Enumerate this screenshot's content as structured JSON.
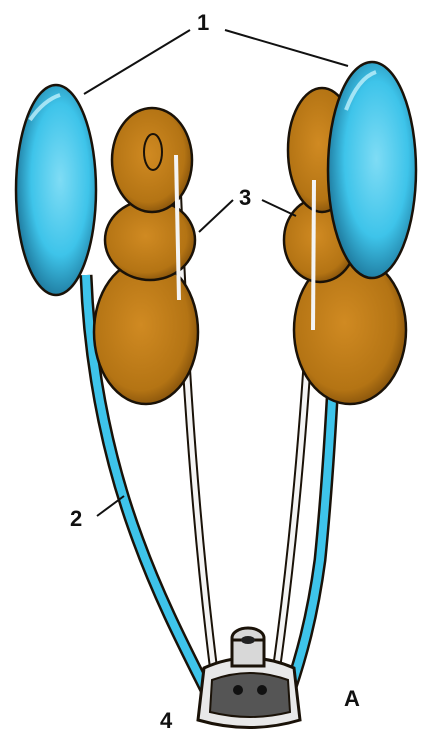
{
  "labels": {
    "label_1": "1",
    "label_2": "2",
    "label_3": "3",
    "label_4": "4",
    "label_A": "A"
  },
  "colors": {
    "blue": "#3ec4ea",
    "blue_dark": "#1f7fa8",
    "brown": "#b97718",
    "brown_dark": "#6b3f06",
    "duct_white": "#f4f4f4",
    "outline": "#1a1208"
  },
  "structures": [
    "left-blue-organ",
    "right-blue-organ",
    "left-brown-lobed-organ",
    "right-brown-lobed-organ",
    "left-blue-duct",
    "right-blue-duct",
    "left-white-duct",
    "right-white-duct",
    "bottom-junction"
  ]
}
